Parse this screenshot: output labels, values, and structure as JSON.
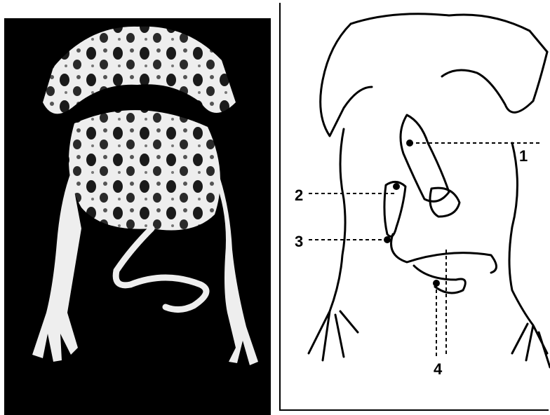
{
  "figure": {
    "left_panel": {
      "kind": "photograph"
    },
    "right_panel": {
      "kind": "line-drawing",
      "callouts": [
        {
          "label": "1"
        },
        {
          "label": "2"
        },
        {
          "label": "3"
        },
        {
          "label": "4"
        }
      ]
    }
  },
  "colors": {
    "ink": "#000000",
    "paper": "#ffffff",
    "photo_bg": "#000000",
    "specimen": "#f2f2f2"
  }
}
